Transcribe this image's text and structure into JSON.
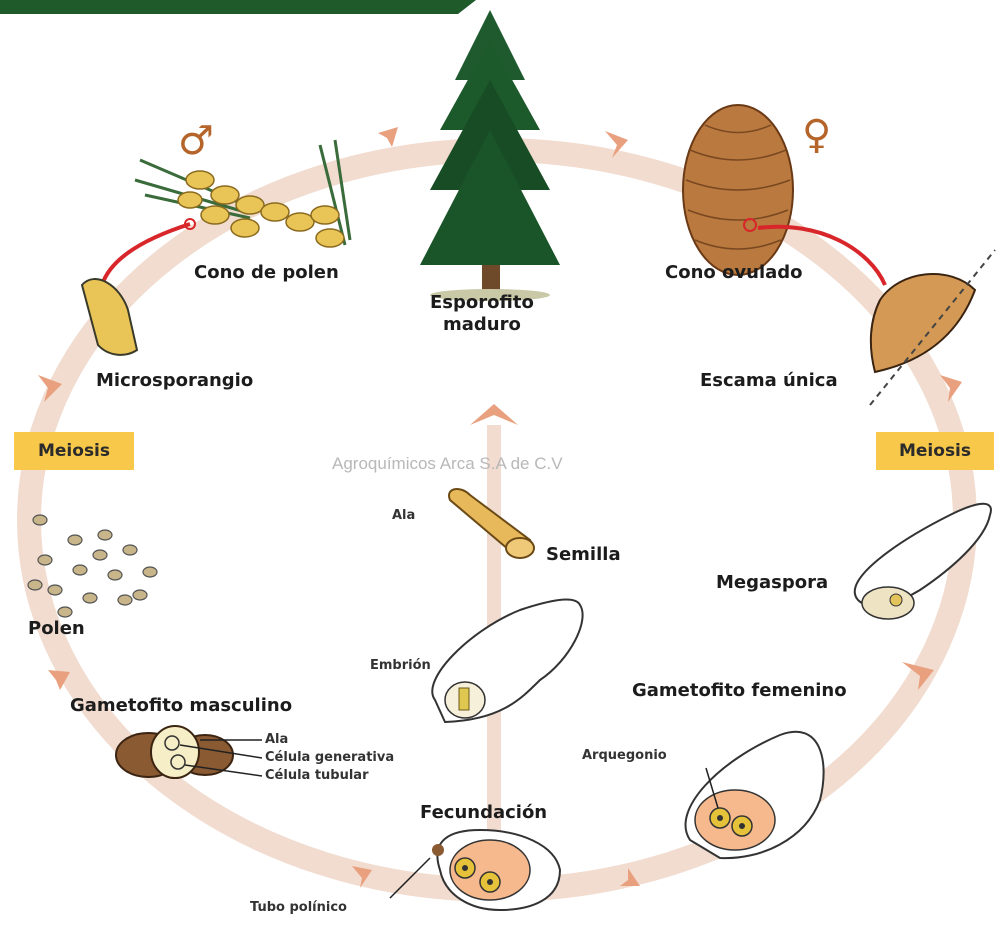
{
  "watermark": "Agroquímicos Arca S.A de C.V",
  "symbols": {
    "male": "♂",
    "female": "♀"
  },
  "labels": {
    "cono_polen": "Cono de polen",
    "esporofito": "Esporofito\nmaduro",
    "cono_ovulado": "Cono ovulado",
    "microsporangio": "Microsporangio",
    "escama": "Escama única",
    "meiosis_left": "Meiosis",
    "meiosis_right": "Meiosis",
    "polen": "Polen",
    "ala_semilla": "Ala",
    "semilla": "Semilla",
    "megaspora": "Megaspora",
    "embrion": "Embrión",
    "gametofito_masculino": "Gametofito masculino",
    "gametofito_femenino": "Gametofito femenino",
    "ala_gametofito": "Ala",
    "celula_generativa": "Célula generativa",
    "celula_tubular": "Célula tubular",
    "arquegonio": "Arquegonio",
    "fecundacion": "Fecundación",
    "tubo_polinico": "Tubo polínico"
  },
  "colors": {
    "header_bar": "#1f5a2a",
    "cycle_ring": "#f1dccf",
    "cycle_arrow": "#e9a07e",
    "meiosis_bg": "#f7c84a",
    "red_pointer": "#d8262a",
    "cone_brown": "#b9793f",
    "pollen_yellow": "#e9c456",
    "tree_green": "#1f5a2e"
  }
}
